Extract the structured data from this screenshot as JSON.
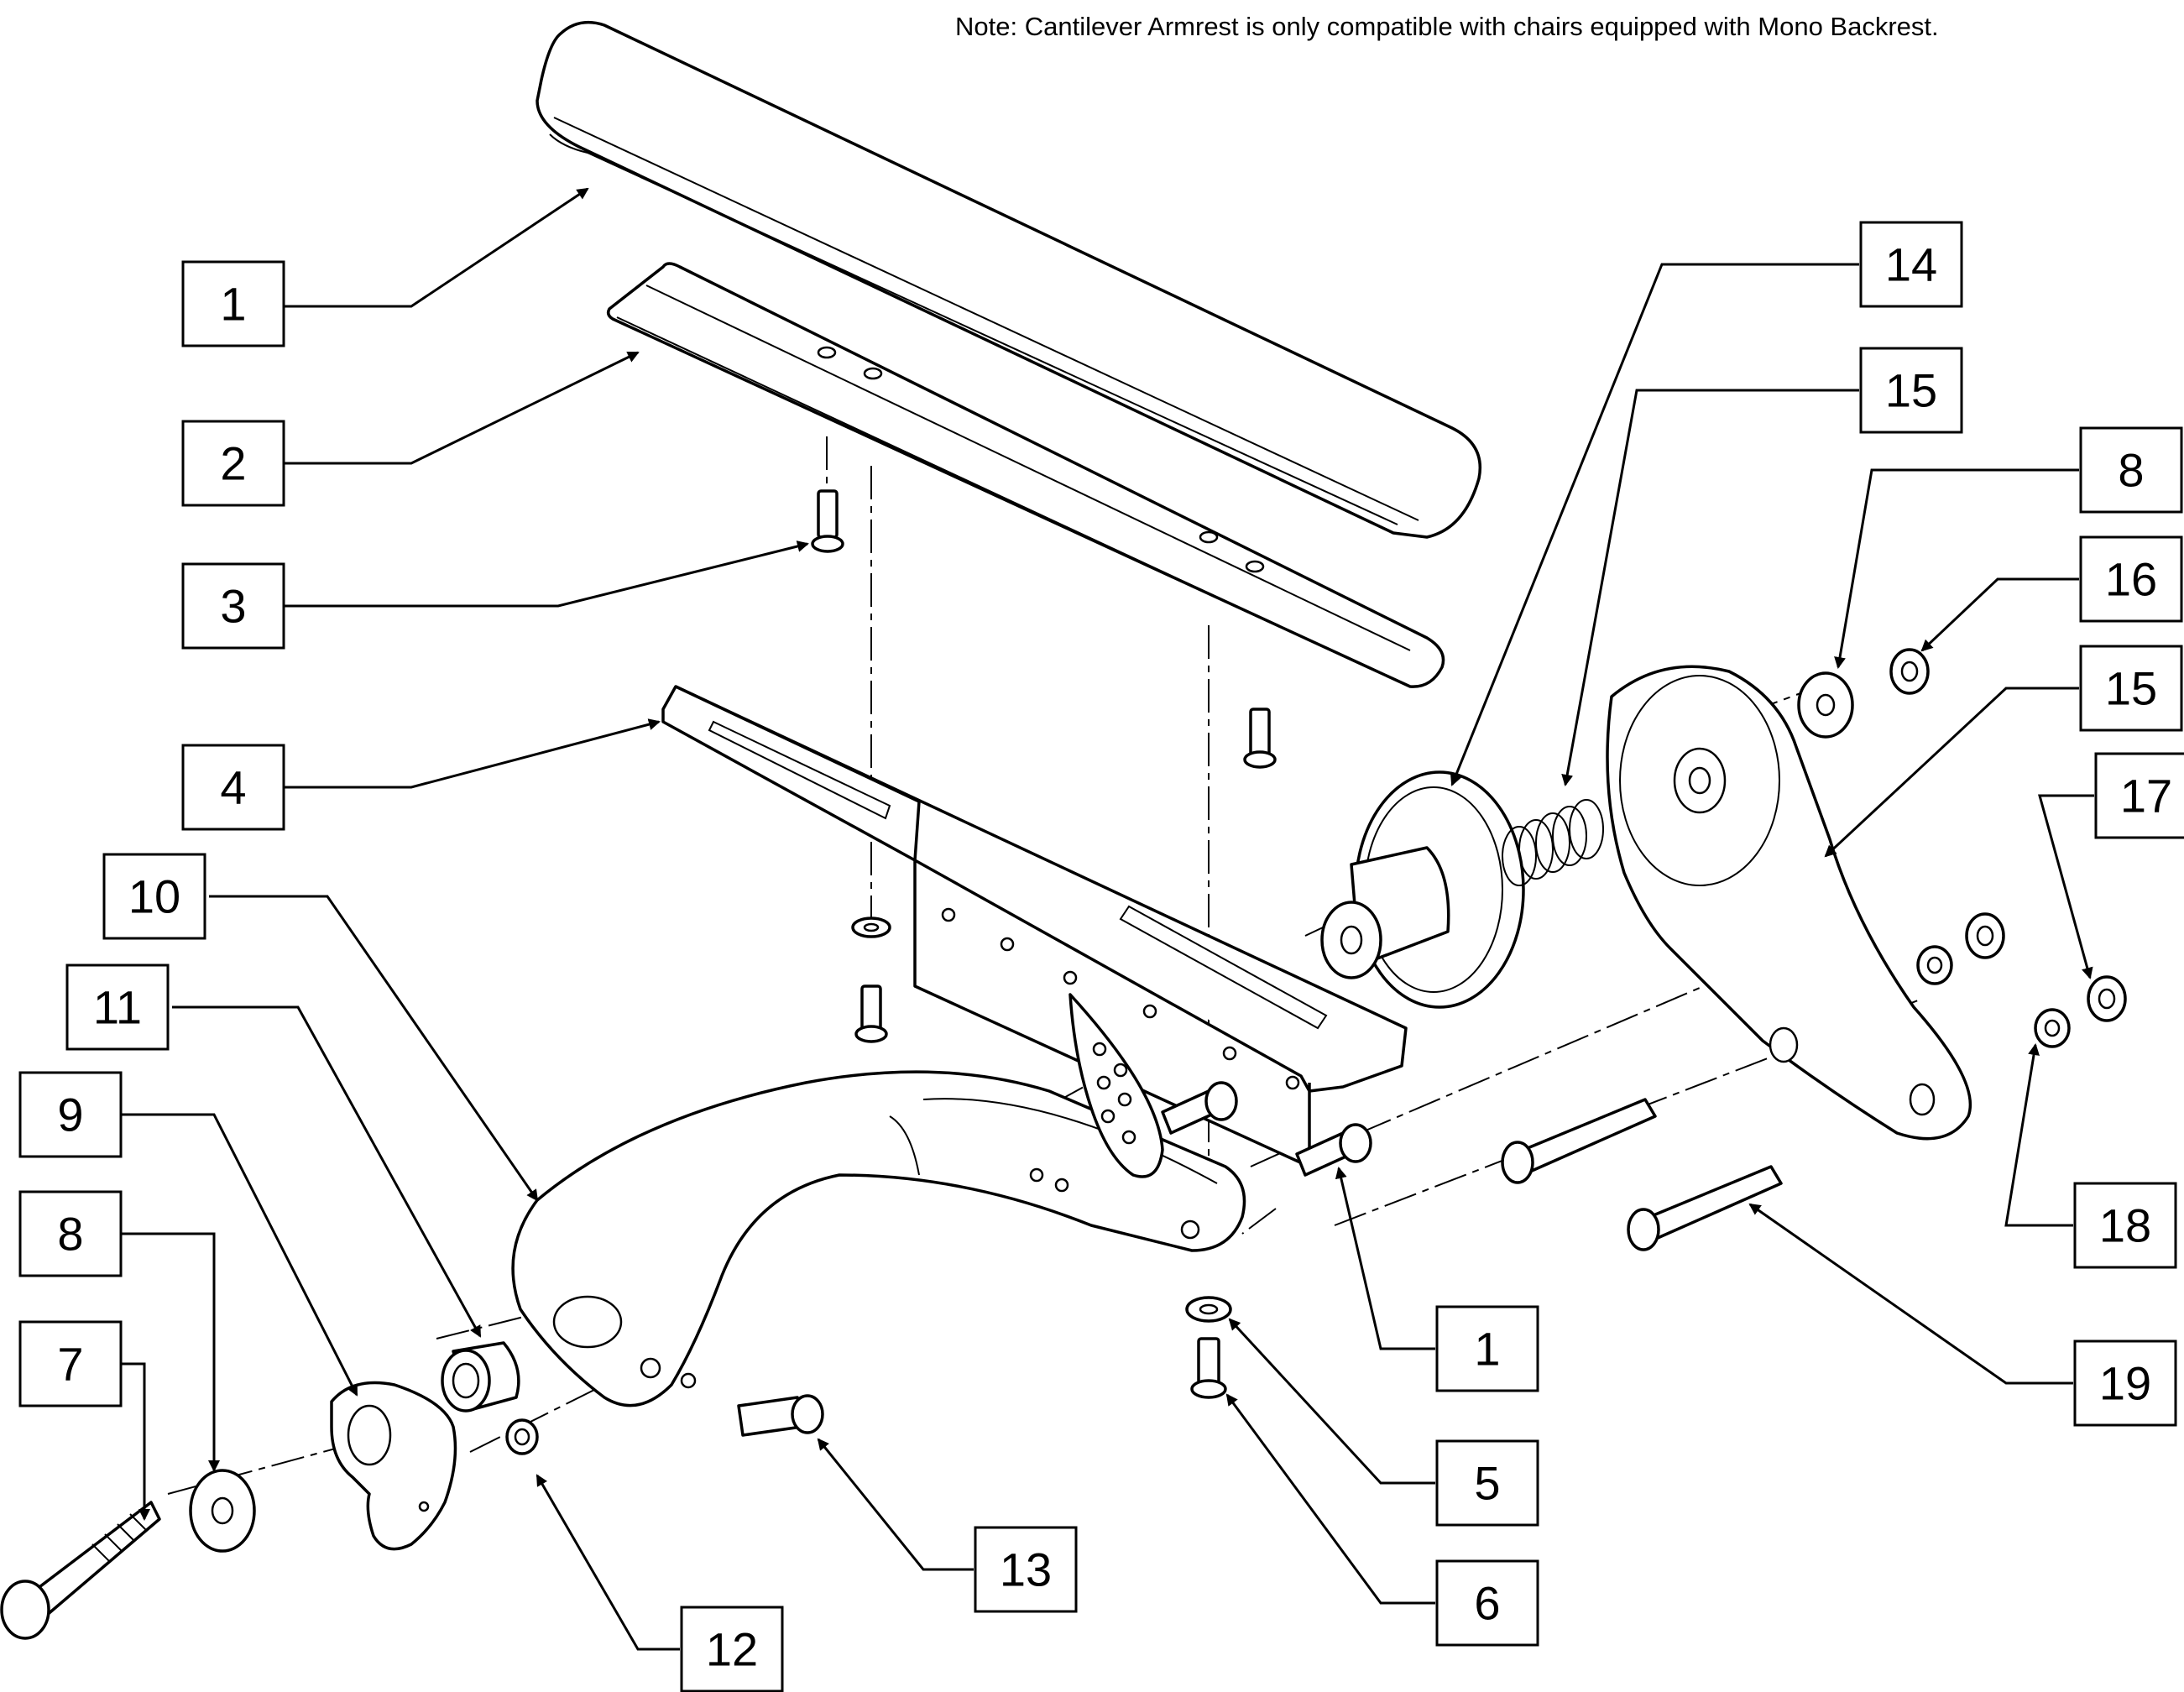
{
  "note": "Note: Cantilever Armrest is only compatible with chairs equipped with Mono Backrest.",
  "callouts": [
    {
      "label": "1"
    },
    {
      "label": "2"
    },
    {
      "label": "3"
    },
    {
      "label": "4"
    },
    {
      "label": "10"
    },
    {
      "label": "11"
    },
    {
      "label": "9"
    },
    {
      "label": "8"
    },
    {
      "label": "7"
    },
    {
      "label": "12"
    },
    {
      "label": "13"
    },
    {
      "label": "1"
    },
    {
      "label": "5"
    },
    {
      "label": "6"
    },
    {
      "label": "14"
    },
    {
      "label": "15"
    },
    {
      "label": "8"
    },
    {
      "label": "16"
    },
    {
      "label": "15"
    },
    {
      "label": "17"
    },
    {
      "label": "18"
    },
    {
      "label": "19"
    }
  ]
}
